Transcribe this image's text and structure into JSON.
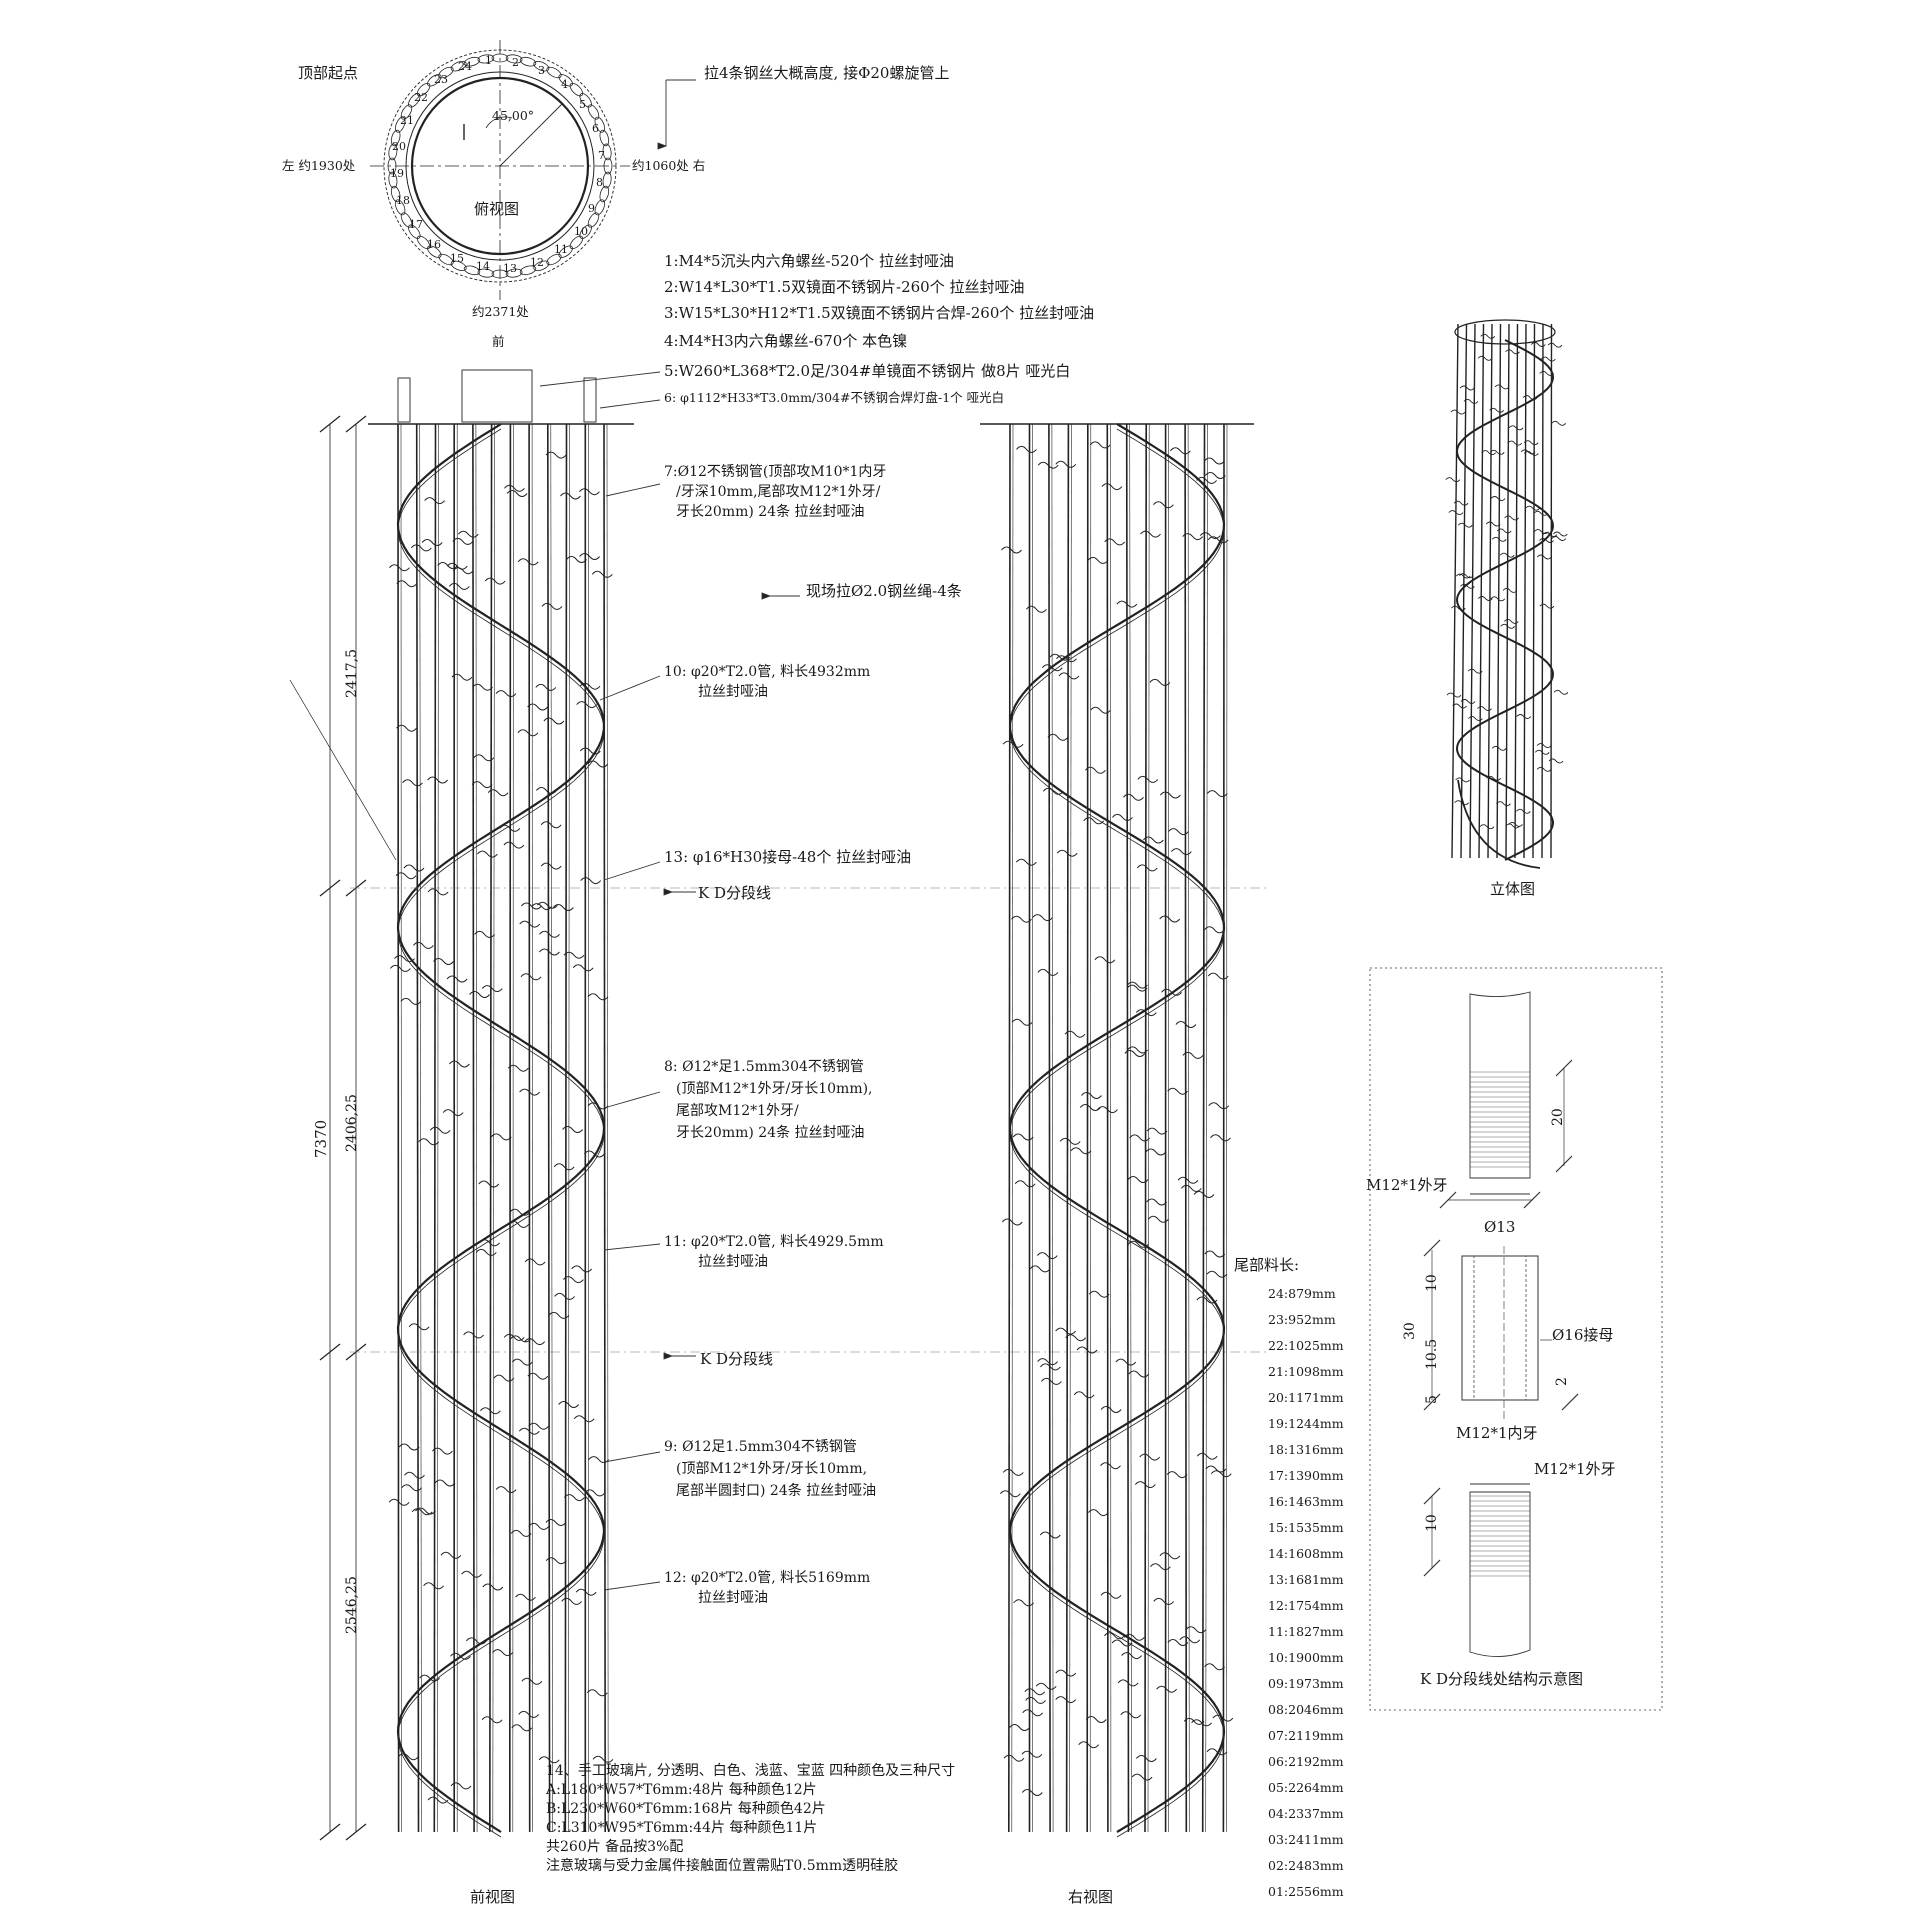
{
  "top_view": {
    "start_label": "顶部起点",
    "angle": "45,00°",
    "left_label": "左  约1930处",
    "right_label": "约1060处  右",
    "center_label": "俯视图",
    "bottom_dim": "约2371处",
    "front_label": "前",
    "numbers": [
      "1",
      "2",
      "3",
      "4",
      "5",
      "6",
      "7",
      "8",
      "9",
      "10",
      "11",
      "12",
      "13",
      "14",
      "15",
      "16",
      "17",
      "18",
      "19",
      "20",
      "21",
      "22",
      "23",
      "24"
    ]
  },
  "wire_note": "拉4条钢丝大概高度, 接Φ20螺旋管上",
  "parts": {
    "p1": "1:M4*5沉头内六角螺丝-520个 拉丝封哑油",
    "p2": "2:W14*L30*T1.5双镜面不锈钢片-260个 拉丝封哑油",
    "p3": "3:W15*L30*H12*T1.5双镜面不锈钢片合焊-260个 拉丝封哑油",
    "p4": "4:M4*H3内六角螺丝-670个 本色镍",
    "p5": "5:W260*L368*T2.0足/304#单镜面不锈钢片 做8片 哑光白",
    "p6": "6: φ1112*H33*T3.0mm/304#不锈钢合焊灯盘-1个 哑光白",
    "p7": [
      "7:Ø12不锈钢管(顶部攻M10*1内牙",
      "/牙深10mm,尾部攻M12*1外牙/",
      "牙长20mm) 24条 拉丝封哑油"
    ],
    "wire_rope": "现场拉Ø2.0钢丝绳-4条",
    "p10": [
      "10: φ20*T2.0管, 料长4932mm",
      "拉丝封哑油"
    ],
    "p13": "13: φ16*H30接母-48个 拉丝封哑油",
    "kd1": "K D分段线",
    "p8": [
      "8: Ø12*足1.5mm304不锈钢管",
      "(顶部M12*1外牙/牙长10mm),",
      "尾部攻M12*1外牙/",
      "牙长20mm) 24条 拉丝封哑油"
    ],
    "p11": [
      "11: φ20*T2.0管, 料长4929.5mm",
      "拉丝封哑油"
    ],
    "kd2": "K D分段线",
    "p9": [
      "9: Ø12足1.5mm304不锈钢管",
      "(顶部M12*1外牙/牙长10mm,",
      "尾部半圆封口) 24条 拉丝封哑油"
    ],
    "p12": [
      "12: φ20*T2.0管, 料长5169mm",
      "拉丝封哑油"
    ]
  },
  "glass_note": [
    "14、手工玻璃片, 分透明、白色、浅蓝、宝蓝 四种颜色及三种尺寸",
    "A:L180*W57*T6mm:48片 每种颜色12片",
    "B:L230*W60*T6mm:168片 每种颜色42片",
    "C:L310*W95*T6mm:44片 每种颜色11片",
    "共260片  备品按3%配",
    "注意玻璃与受力金属件接触面位置需贴T0.5mm透明硅胶"
  ],
  "dims": {
    "total": "7370",
    "seg1": "2417,5",
    "seg2": "2406,25",
    "seg3": "2546,25"
  },
  "captions": {
    "front": "前视图",
    "right": "右视图",
    "iso": "立体图",
    "kd_detail": "K D分段线处结构示意图"
  },
  "tail_title": "尾部料长:",
  "tail_lengths": [
    "24:879mm",
    "23:952mm",
    "22:1025mm",
    "21:1098mm",
    "20:1171mm",
    "19:1244mm",
    "18:1316mm",
    "17:1390mm",
    "16:1463mm",
    "15:1535mm",
    "14:1608mm",
    "13:1681mm",
    "12:1754mm",
    "11:1827mm",
    "10:1900mm",
    "09:1973mm",
    "08:2046mm",
    "07:2119mm",
    "06:2192mm",
    "05:2264mm",
    "04:2337mm",
    "03:2411mm",
    "02:2483mm",
    "01:2556mm"
  ],
  "kd_detail": {
    "dim_20": "20",
    "m12_top": "M12*1外牙",
    "d13": "Ø13",
    "d10": "10",
    "d30": "30",
    "d105": "10.5",
    "d5": "5",
    "nut": "Ø16接母",
    "d2": "2",
    "m12_inner": "M12*1内牙",
    "m12_bottom": "M12*1外牙",
    "d10b": "10"
  }
}
